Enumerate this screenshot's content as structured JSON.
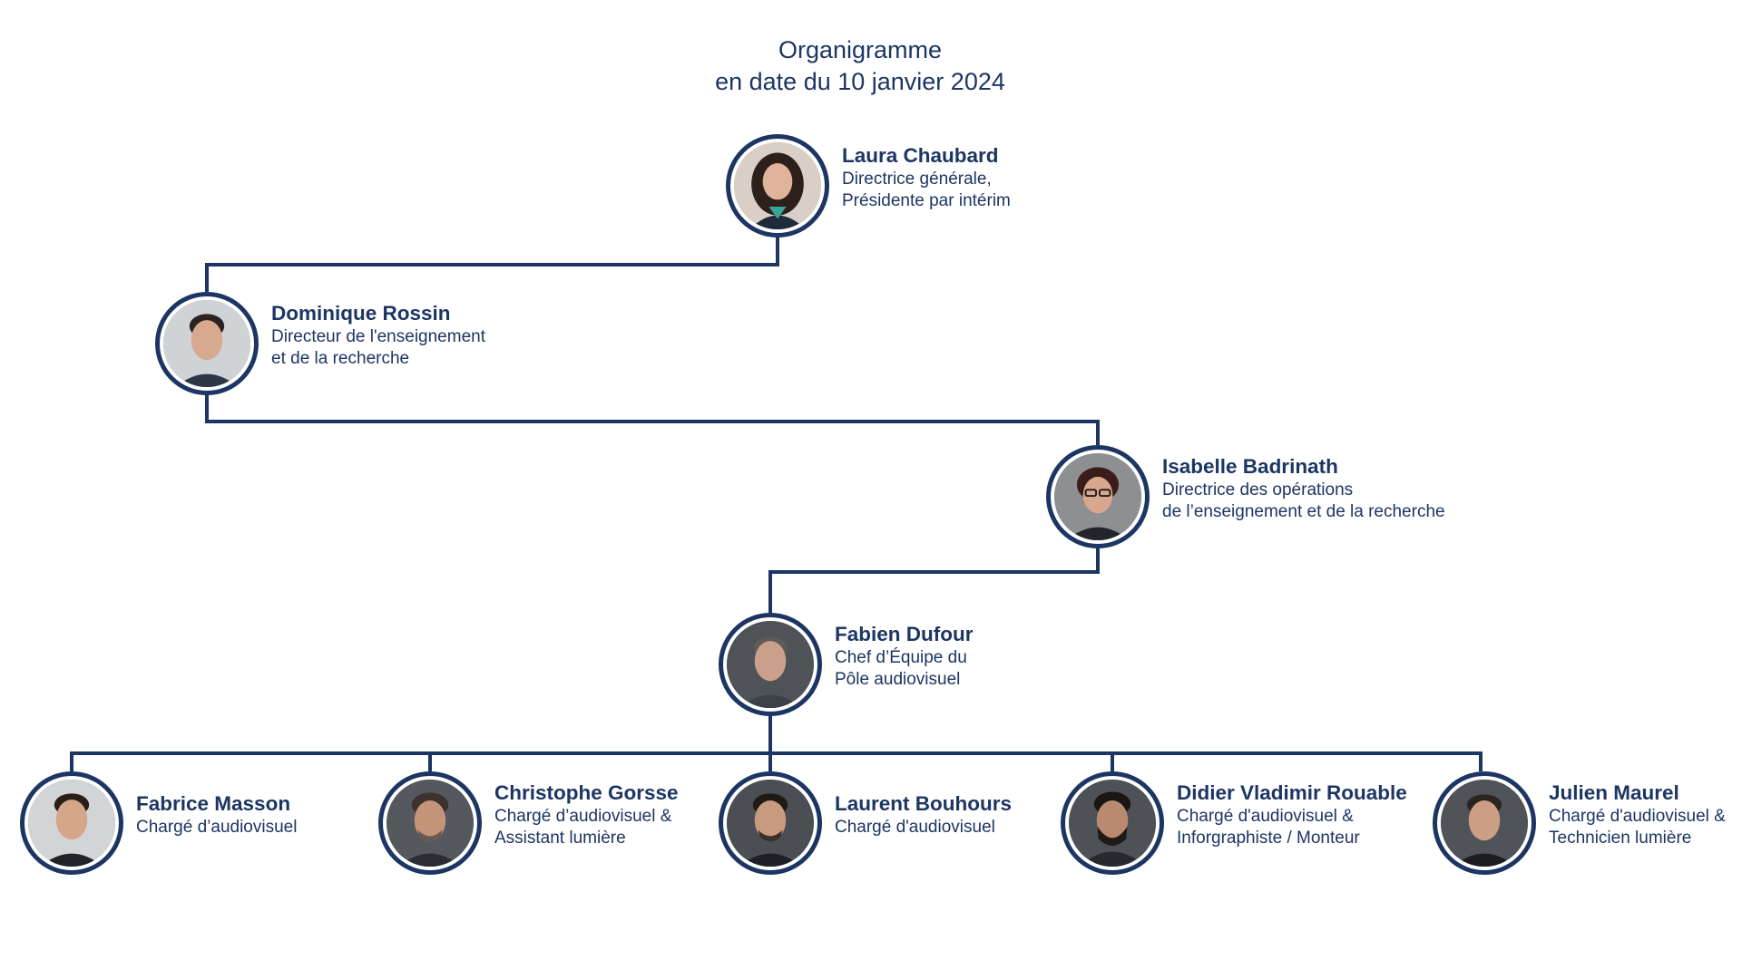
{
  "header": {
    "title_line1": "Organigramme",
    "title_line2": "en date du 10 janvier 2024"
  },
  "colors": {
    "line": "#1c3563",
    "text": "#1c3563"
  },
  "people": {
    "laura": {
      "name": "Laura Chaubard",
      "role_line1": "Directrice générale,",
      "role_line2": "Présidente par intérim"
    },
    "dominique": {
      "name": "Dominique Rossin",
      "role_line1": "Directeur de l'enseignement",
      "role_line2": "et de la recherche"
    },
    "isabelle": {
      "name": "Isabelle Badrinath",
      "role_line1": "Directrice des opérations",
      "role_line2": "de l’enseignement et de la recherche"
    },
    "fabien": {
      "name": "Fabien Dufour",
      "role_line1": "Chef d’Équipe du",
      "role_line2": "Pôle audiovisuel"
    },
    "fabrice": {
      "name": "Fabrice Masson",
      "role_line1": "Chargé d’audiovisuel",
      "role_line2": ""
    },
    "christophe": {
      "name": "Christophe Gorsse",
      "role_line1": "Chargé d’audiovisuel &",
      "role_line2": "Assistant lumière"
    },
    "laurent": {
      "name": "Laurent Bouhours",
      "role_line1": "Chargé d'audiovisuel",
      "role_line2": ""
    },
    "didier": {
      "name": "Didier Vladimir Rouable",
      "role_line1": "Chargé d'audiovisuel &",
      "role_line2": "Inforgraphiste / Monteur"
    },
    "julien": {
      "name": "Julien Maurel",
      "role_line1": "Chargé d'audiovisuel &",
      "role_line2": "Technicien lumière"
    }
  }
}
